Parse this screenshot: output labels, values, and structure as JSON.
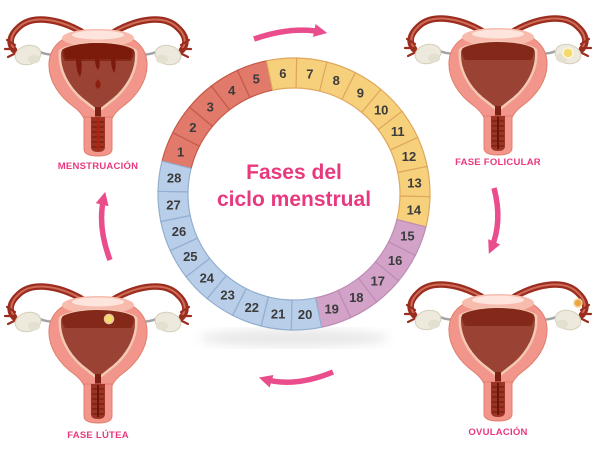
{
  "title": {
    "line1": "Fases del",
    "line2": "ciclo menstrual",
    "color": "#e8397f"
  },
  "arrow_color": "#ea4d8b",
  "background_color": "#ffffff",
  "cycle": {
    "total_days": 28,
    "days": [
      1,
      2,
      3,
      4,
      5,
      6,
      7,
      8,
      9,
      10,
      11,
      12,
      13,
      14,
      15,
      16,
      17,
      18,
      19,
      20,
      21,
      22,
      23,
      24,
      25,
      26,
      27,
      28
    ],
    "segment_text_color": "#3b3b3b",
    "phases": [
      {
        "id": "menstruacion",
        "label": "MENSTRUACIÓN",
        "day_start": 1,
        "day_end": 5,
        "color": "#e17a6b",
        "divider_color": "#c6584a",
        "position": "top-left"
      },
      {
        "id": "fase-folicular",
        "label": "FASE FOLICULAR",
        "day_start": 6,
        "day_end": 14,
        "color": "#f7d07b",
        "divider_color": "#dfa75e",
        "position": "top-right"
      },
      {
        "id": "ovulacion",
        "label": "OVULACIÓN",
        "day_start": 15,
        "day_end": 19,
        "color": "#d2a2c8",
        "divider_color": "#bd8cb3",
        "position": "bottom-right"
      },
      {
        "id": "fase-lutea",
        "label": "FASE LÚTEA",
        "day_start": 20,
        "day_end": 28,
        "color": "#b9cfe9",
        "divider_color": "#93aed0",
        "position": "bottom-left"
      }
    ]
  }
}
